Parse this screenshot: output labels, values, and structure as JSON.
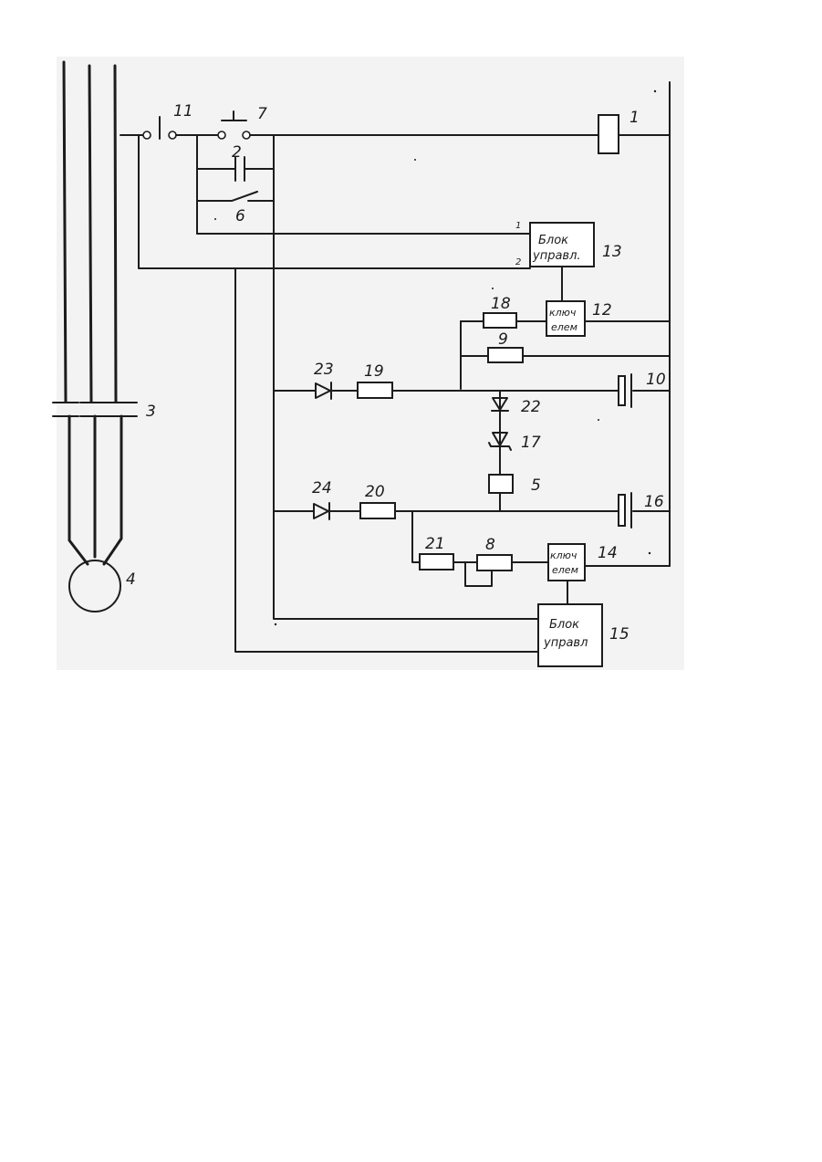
{
  "labels": {
    "contactor_coil": "1",
    "contact_2": "2",
    "motor_contacts": "3",
    "motor": "4",
    "relay_5": "5",
    "switch_6": "6",
    "button_7": "7",
    "resistor_8": "8",
    "resistor_9": "9",
    "capacitor_10": "10",
    "switch_11": "11",
    "key_12": "12",
    "block_13": "13",
    "key_14": "14",
    "block_15": "15",
    "capacitor_16": "16",
    "diode_17": "17",
    "resistor_18": "18",
    "resistor_19": "19",
    "resistor_20": "20",
    "resistor_21": "21",
    "diode_22": "22",
    "diode_23": "23",
    "diode_24": "24"
  },
  "blocks": {
    "control_13": {
      "line1": "Блок",
      "line2": "управл."
    },
    "control_15": {
      "line1": "Блок",
      "line2": "управл"
    },
    "key_12": {
      "line1": "ключ",
      "line2": "елем"
    },
    "key_14": {
      "line1": "ключ",
      "line2": "елем"
    }
  },
  "pins": {
    "in_1": "1",
    "in_2": "2"
  },
  "colors": {
    "ink": "#1c1c1c",
    "scan_background": "#f3f3f3",
    "paper": "#ffffff"
  }
}
